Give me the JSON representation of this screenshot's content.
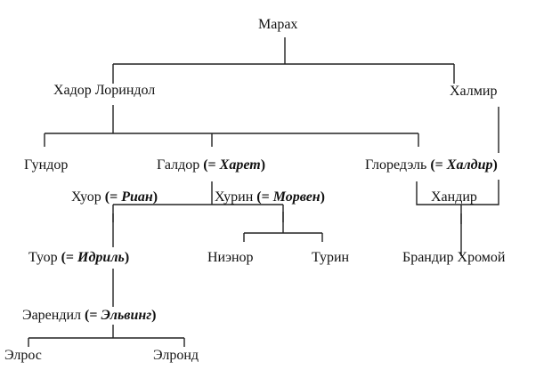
{
  "title_root": "Марах",
  "people": {
    "marach": "Марах",
    "hador": "Хадор Лориндол",
    "halmir": "Халмир",
    "gundor": "Гундор",
    "galdor": "Галдор",
    "galdor_spouse": "Харет",
    "gloredel": "Глоредэль",
    "gloredel_spouse": "Халдир",
    "huor": "Хуор",
    "huor_spouse": "Риан",
    "hurin": "Хурин",
    "hurin_spouse": "Морвен",
    "handir": "Хандир",
    "tuor": "Туор",
    "tuor_spouse": "Идриль",
    "nienor": "Ниэнор",
    "turin": "Турин",
    "brandir": "Брандир Хромой",
    "earendil": "Эарендил",
    "earendil_spouse": "Эльвинг",
    "elros": "Элрос",
    "elrond": "Элронд"
  },
  "marks": {
    "open": "(= ",
    "close": ")"
  },
  "line_color": "#222222"
}
